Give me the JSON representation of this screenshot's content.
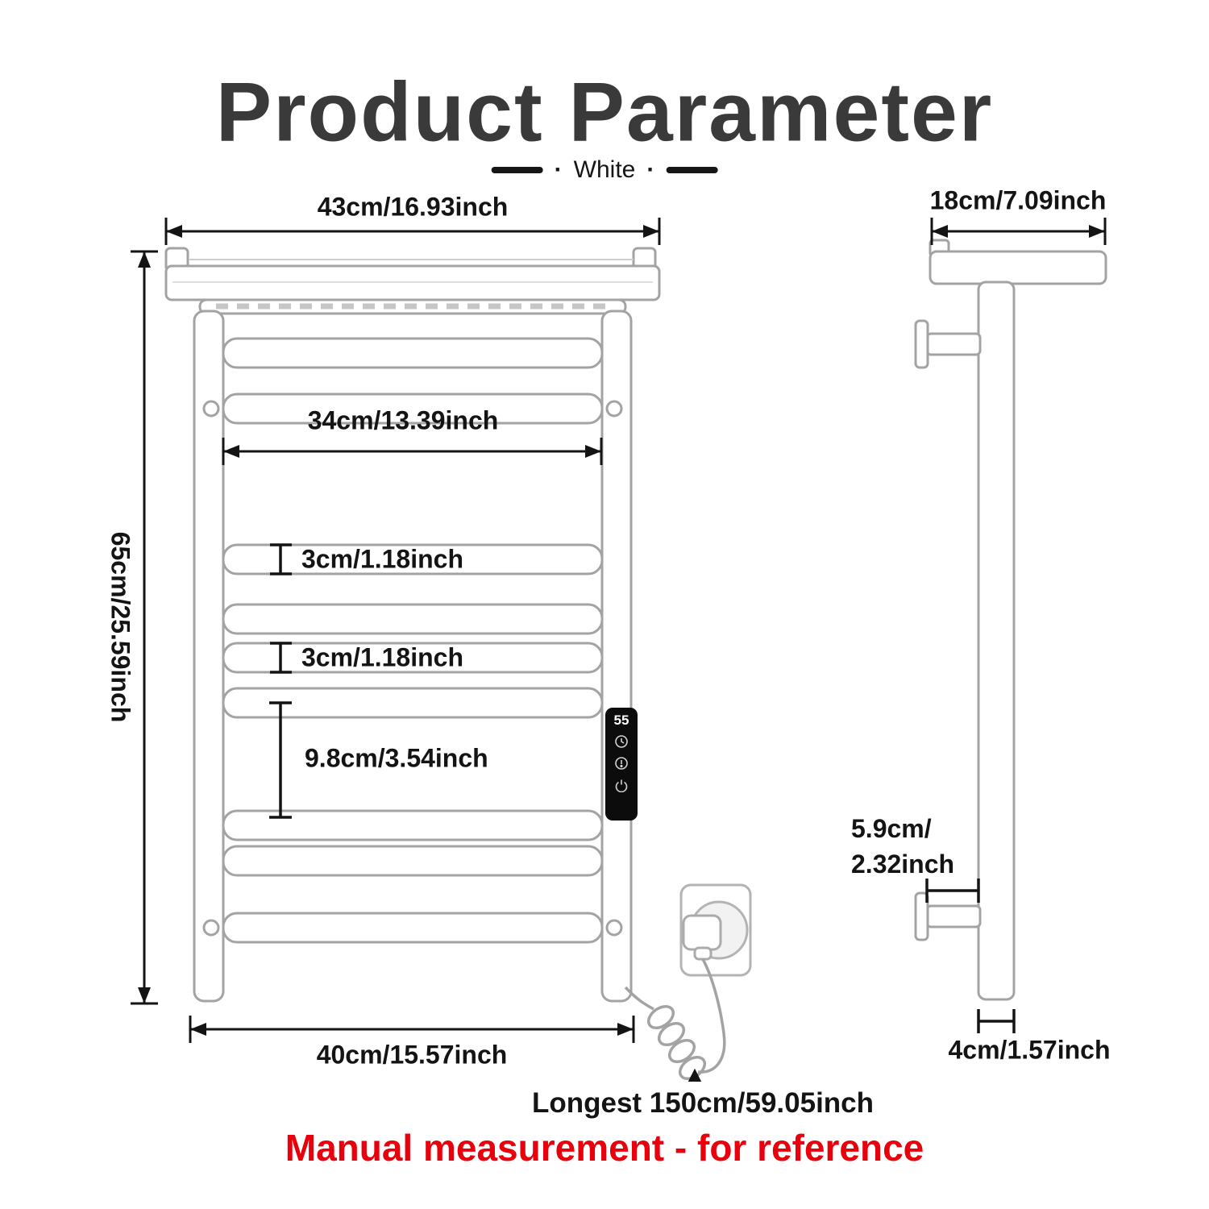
{
  "title": "Product Parameter",
  "variant_label": "White",
  "variant_dot": "·",
  "front_view": {
    "top_width": "43cm/16.93inch",
    "height": "65cm/25.59inch",
    "inner_width": "34cm/13.39inch",
    "bar_thickness_1": "3cm/1.18inch",
    "bar_thickness_2": "3cm/1.18inch",
    "large_gap": "9.8cm/3.54inch",
    "bottom_width": "40cm/15.57inch"
  },
  "side_view": {
    "top_depth": "18cm/7.09inch",
    "wall_offset_line1": "5.9cm/",
    "wall_offset_line2": "2.32inch",
    "bottom_depth": "4cm/1.57inch"
  },
  "power_cord": {
    "length_label": "Longest 150cm/59.05inch",
    "pointer_glyph": "▲"
  },
  "control_panel": {
    "display_value": "55"
  },
  "footer_note": "Manual measurement - for reference",
  "colors": {
    "note_red": "#e8000d",
    "title_gray": "#3a3a3a"
  }
}
